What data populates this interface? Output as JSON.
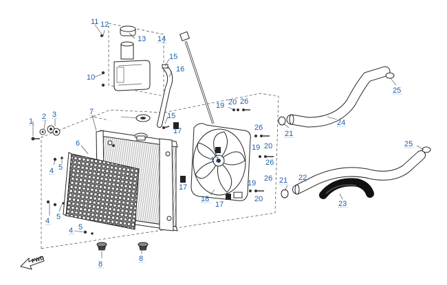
{
  "diagram": {
    "callouts": [
      "1",
      "2",
      "3",
      "4",
      "4",
      "4",
      "5",
      "5",
      "5",
      "6",
      "7",
      "8",
      "8",
      "10",
      "11",
      "12",
      "13",
      "14",
      "15",
      "15",
      "16",
      "17",
      "17",
      "17",
      "17",
      "18",
      "19",
      "19",
      "19",
      "20",
      "20",
      "20",
      "21",
      "21",
      "22",
      "23",
      "24",
      "25",
      "25",
      "26",
      "26",
      "26",
      "26"
    ],
    "direction_label": "FWD",
    "colors": {
      "callout": "#1a5ea8",
      "line": "#222222",
      "hose": "#ffffff",
      "dark_hose": "#1a1a1a"
    }
  }
}
